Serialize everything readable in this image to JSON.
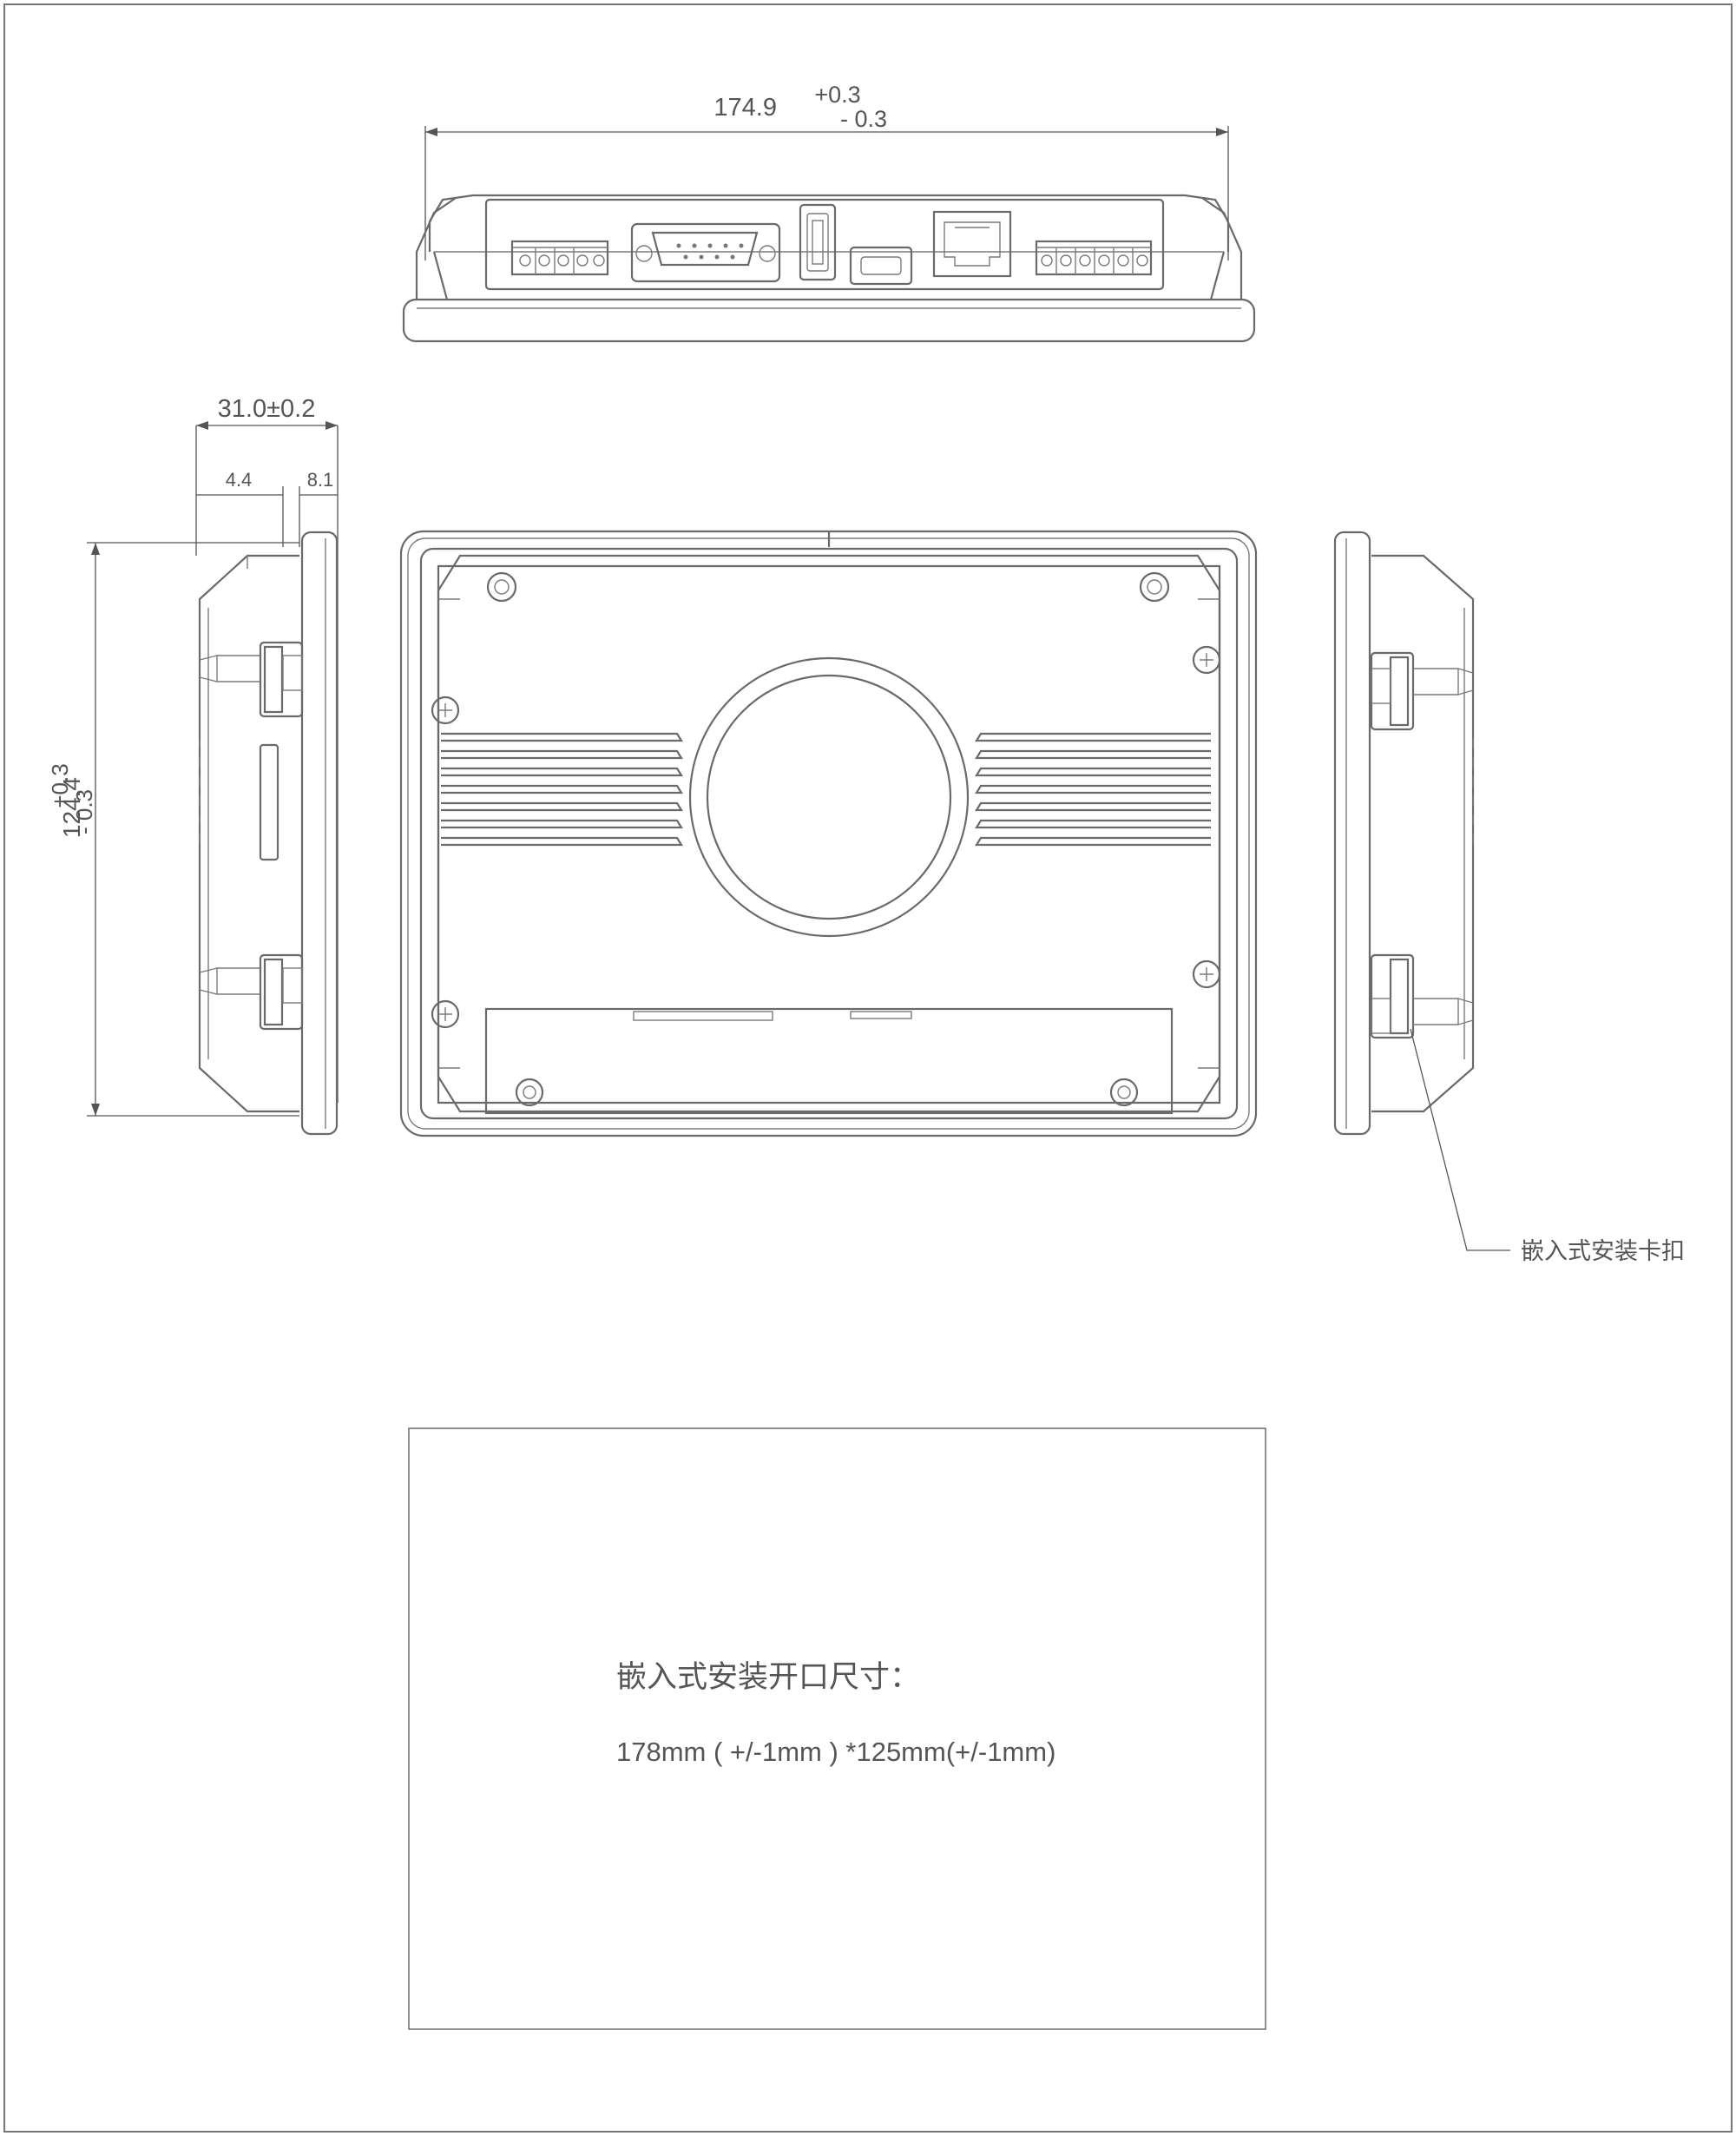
{
  "dimensions": {
    "width_value": "174.9",
    "width_tol_plus": "+0.3",
    "width_tol_minus": "- 0.3",
    "depth_total": "31.0±0.2",
    "depth_a": "4.4",
    "depth_b": "8.1",
    "height_value": "124.4",
    "height_tol_plus": "+0.3",
    "height_tol_minus": "- 0.3"
  },
  "callout": {
    "clip_label": "嵌入式安装卡扣"
  },
  "cutout": {
    "title": "嵌入式安装开口尺寸：",
    "size": "178mm ( +/-1mm ) *125mm(+/-1mm)"
  }
}
